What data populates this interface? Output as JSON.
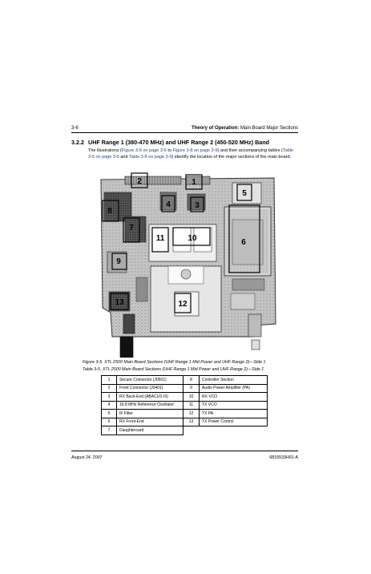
{
  "header": {
    "page_number": "3-6",
    "title_bold": "Theory of Operation:",
    "title_rest": " Main Board Major Sections"
  },
  "section": {
    "number": "3.2.2",
    "title": "UHF Range 1 (380-470 MHz) and UHF Range 2 (450-520 MHz) Band"
  },
  "paragraph": {
    "t1": "The illustrations (",
    "link1": "Figure 3-5 on page 3-6",
    "t2": " to ",
    "link2": "Figure 3-8 on page 3-9",
    "t3": ") and their accompanying tables (",
    "link3": "Table 3-5 on page 3-6",
    "t4": " and ",
    "link4": "Table 3-8 on page 3-9",
    "t5": ") identify the location of the major sections of the main board."
  },
  "figure": {
    "caption": "Figure 3-5.  XTL 2500 Main Board Sections (UHF Range 1 Mid Power and UHF Range 2)—Side 1",
    "labels": [
      "1",
      "2",
      "3",
      "4",
      "5",
      "6",
      "7",
      "8",
      "9",
      "10",
      "11",
      "12",
      "13"
    ]
  },
  "table": {
    "caption": "Table 3-5.  XTL 2500 Main Board Sections (UHF Range 1 Mid Power and UHF Range 2)—Side 1",
    "rows": [
      {
        "n1": "1",
        "s1": "Secure Connector (J0501)",
        "n2": "8",
        "s2": "Controller Section"
      },
      {
        "n1": "2",
        "s1": "Front Connector (J0401)",
        "n2": "9",
        "s2": "Audio Power Amplifier (PA)"
      },
      {
        "n1": "3",
        "s1": "RX Back-End (ABACUS III)",
        "n2": "10",
        "s2": "RX VCO"
      },
      {
        "n1": "4",
        "s1": "16.8 MHz Reference Oscillator",
        "n2": "11",
        "s2": "TX VCO"
      },
      {
        "n1": "5",
        "s1": "IF Filter",
        "n2": "12",
        "s2": "TX PA"
      },
      {
        "n1": "6",
        "s1": "RX Front-End",
        "n2": "13",
        "s2": "TX Power Control"
      },
      {
        "n1": "7",
        "s1": "Daughtercard",
        "n2": "",
        "s2": ""
      }
    ]
  },
  "footer": {
    "date": "August 24, 2007",
    "doc_number": "6816533H01-A"
  }
}
